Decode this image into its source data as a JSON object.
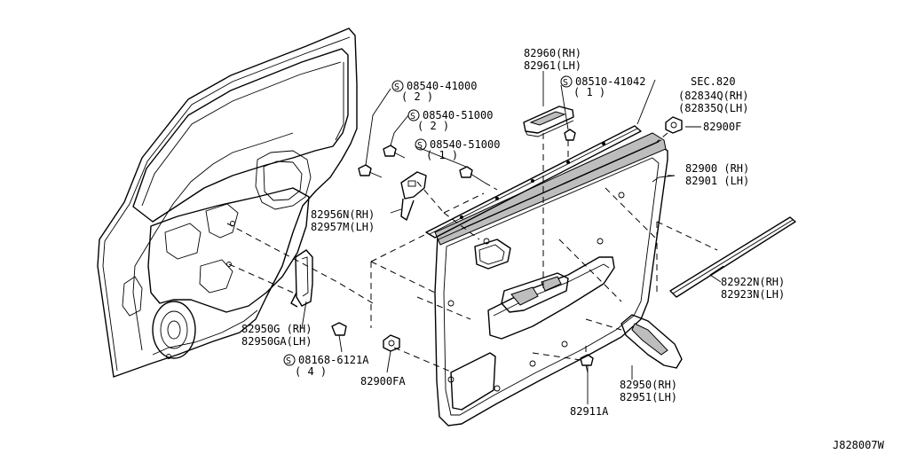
{
  "callouts": {
    "c1": {
      "line1": "08540-41000",
      "line2": "( 2 )"
    },
    "c2": {
      "line1": "08540-51000",
      "line2": "( 2 )"
    },
    "c3": {
      "line1": "08540-51000",
      "line2": "( 1 )"
    },
    "c4": {
      "line1": "08510-41042",
      "line2": "( 1 )"
    },
    "c5": {
      "line1": "08168-6121A",
      "line2": "( 4 )"
    }
  },
  "sec": {
    "line1": "SEC.820",
    "line2": "(82834Q(RH)",
    "line3": "(82835Q(LH)"
  },
  "labels": {
    "p82960": "82960(RH)",
    "p82961": "82961(LH)",
    "p82900F": "82900F",
    "p82900": "82900 (RH)",
    "p82901": "82901 (LH)",
    "p82956N": "82956N(RH)",
    "p82957M": "82957M(LH)",
    "p82922N": "82922N(RH)",
    "p82923N": "82923N(LH)",
    "p82950G": "82950G (RH)",
    "p82950GA": "82950GA(LH)",
    "p82900FA": "82900FA",
    "p82950": "82950(RH)",
    "p82951": "82951(LH)",
    "p82911A": "82911A"
  },
  "diagram_code": "J828007W",
  "icons": {
    "screw_symbol": "circled-s-icon"
  }
}
